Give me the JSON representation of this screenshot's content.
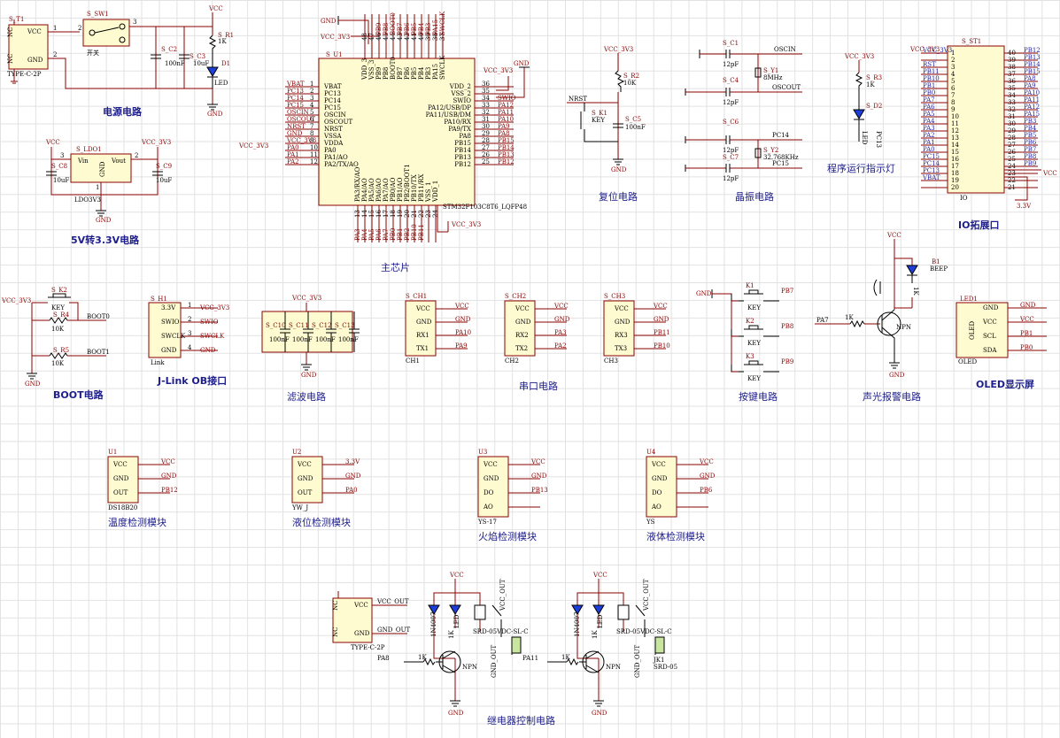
{
  "titles": {
    "power": "电源电路",
    "ldo": "5V转3.3V电路",
    "main": "主芯片",
    "reset": "复位电路",
    "crystal": "晶振电路",
    "led": "程序运行指示灯",
    "io": "IO拓展口",
    "boot": "BOOT电路",
    "jlink": "J-Link OB接口",
    "filter": "滤波电路",
    "uart": "串口电路",
    "keys": "按键电路",
    "alarm": "声光报警电路",
    "oled": "OLED显示屏",
    "temp": "温度检测模块",
    "level": "液位检测模块",
    "flame": "火焰检测模块",
    "liquid": "液体检测模块",
    "relay": "继电器控制电路"
  },
  "power": {
    "st1": "S_T1",
    "nc": "NC",
    "vcc": "VCC",
    "gnd": "GND",
    "nc2": "NC",
    "type": "TYPE-C-2P",
    "sw": "S_SW1",
    "sw_lbl": "开关",
    "c2": "S_C2",
    "c2v": "100nF",
    "c3": "S_C3",
    "c3v": "10uF",
    "r1": "S_R1",
    "r1v": "1K",
    "d1": "D1",
    "led": "LED",
    "vcc_top": "VCC",
    "gnd_bot": "GND",
    "p1": "1",
    "p2": "2",
    "p3": "3"
  },
  "ldo": {
    "vcc": "VCC",
    "vcc3": "VCC_3V3",
    "part": "S_LDO1",
    "vin": "Vin",
    "vout": "Vout",
    "gnd": "GND",
    "c8": "S_C8",
    "c8v": "10uF",
    "c9": "S_C9",
    "c9v": "10uF",
    "name": "LDO3V3",
    "gndl": "GND",
    "n3": "3",
    "n2": "2",
    "n1": "1"
  },
  "mcu": {
    "part": "S_U1",
    "name": "STM32F103C8T6_LQFP48",
    "gnd": "GND",
    "vcc3": "VCC_3V3",
    "vcc3b": "VCC_3V3",
    "vcc3c": "VCC_3V3",
    "gnd_right": "GND",
    "vcc3r": "VCC_3V3",
    "left_pins": [
      {
        "num": "1",
        "name": "VBAT",
        "net": "VBAT"
      },
      {
        "num": "2",
        "name": "PC13",
        "net": "PC13"
      },
      {
        "num": "3",
        "name": "PC14",
        "net": "PC14"
      },
      {
        "num": "4",
        "name": "PC15",
        "net": "PC15"
      },
      {
        "num": "5",
        "name": "OSCIN",
        "net": "OSCIN"
      },
      {
        "num": "6",
        "name": "OSCOUT",
        "net": "OSCOUT"
      },
      {
        "num": "7",
        "name": "NRST",
        "net": "NRST"
      },
      {
        "num": "8",
        "name": "VSSA",
        "net": "GND"
      },
      {
        "num": "9",
        "name": "VDDA",
        "net": "VCC_3V3"
      },
      {
        "num": "10",
        "name": "PA0",
        "net": "PA0"
      },
      {
        "num": "11",
        "name": "PA1/AO",
        "net": "PA1"
      },
      {
        "num": "12",
        "name": "PA2/TX/AO",
        "net": "PA2"
      }
    ],
    "right_pins": [
      {
        "num": "36",
        "name": "VDD_2",
        "net": ""
      },
      {
        "num": "35",
        "name": "VSS_2",
        "net": ""
      },
      {
        "num": "34",
        "name": "SWIO",
        "net": "SWIO"
      },
      {
        "num": "33",
        "name": "PA12/USB/DP",
        "net": "PA12"
      },
      {
        "num": "32",
        "name": "PA11/USB/DM",
        "net": "PA11"
      },
      {
        "num": "31",
        "name": "PA10/RX",
        "net": "PA10"
      },
      {
        "num": "30",
        "name": "PA9/TX",
        "net": "PA9"
      },
      {
        "num": "29",
        "name": "PA8",
        "net": "PA8"
      },
      {
        "num": "28",
        "name": "PB15",
        "net": "PB15"
      },
      {
        "num": "27",
        "name": "PB14",
        "net": "PB14"
      },
      {
        "num": "26",
        "name": "PB13",
        "net": "PB13"
      },
      {
        "num": "25",
        "name": "PB12",
        "net": "PB12"
      }
    ],
    "top_pins": [
      {
        "num": "48",
        "name": "VDD_3",
        "net": ""
      },
      {
        "num": "47",
        "name": "VSS_3",
        "net": ""
      },
      {
        "num": "46",
        "name": "PB9",
        "net": "PB9"
      },
      {
        "num": "45",
        "name": "PB8",
        "net": "PB8"
      },
      {
        "num": "44",
        "name": "BOOT0",
        "net": "BOOT0"
      },
      {
        "num": "43",
        "name": "PB7",
        "net": "PB7"
      },
      {
        "num": "42",
        "name": "PB6",
        "net": "PB6"
      },
      {
        "num": "41",
        "name": "PB5",
        "net": "PB5"
      },
      {
        "num": "40",
        "name": "PB4",
        "net": "PB4"
      },
      {
        "num": "39",
        "name": "PB3",
        "net": "PB3"
      },
      {
        "num": "38",
        "name": "PA15",
        "net": "PA15"
      },
      {
        "num": "37",
        "name": "SWCLK",
        "net": "SWCLK"
      }
    ],
    "bottom_pins": [
      {
        "num": "13",
        "name": "PA3/RX/AO",
        "net": "PA3"
      },
      {
        "num": "14",
        "name": "PA4/AO",
        "net": "PA4"
      },
      {
        "num": "15",
        "name": "PA5/AO",
        "net": "PA5"
      },
      {
        "num": "16",
        "name": "PA6/AO",
        "net": "PA6"
      },
      {
        "num": "17",
        "name": "PA7/AO",
        "net": "PA7"
      },
      {
        "num": "18",
        "name": "PB0/AO",
        "net": "PB0"
      },
      {
        "num": "19",
        "name": "PB1/AO",
        "net": "PB1"
      },
      {
        "num": "20",
        "name": "PB2/BOOT1",
        "net": "PB2"
      },
      {
        "num": "21",
        "name": "PB10/TX",
        "net": "PB10"
      },
      {
        "num": "22",
        "name": "PB11/RX",
        "net": "PB11"
      },
      {
        "num": "23",
        "name": "VSS_1",
        "net": ""
      },
      {
        "num": "24",
        "name": "VDD_1",
        "net": ""
      }
    ]
  },
  "reset": {
    "vcc": "VCC_3V3",
    "r2": "S_R2",
    "r2v": "10K",
    "nrst": "NRST",
    "k1": "S_K1",
    "key": "KEY",
    "c5": "S_C5",
    "c5v": "100nF",
    "gnd": "GND"
  },
  "crystal": {
    "c1": "S_C1",
    "c1v": "12pF",
    "c4": "S_C4",
    "c4v": "12pF",
    "y1": "S_Y1",
    "y1v": "8MHz",
    "oscin": "OSCIN",
    "oscout": "OSCOUT",
    "c6": "S_C6",
    "c6v": "12pF",
    "c7": "S_C7",
    "c7v": "12pF",
    "y2": "S_Y2",
    "y2v": "32.768KHz",
    "pc14": "PC14",
    "pc15": "PC15"
  },
  "runled": {
    "vcc": "VCC_3V3",
    "r3": "S_R3",
    "r3v": "1K",
    "d2": "S_D2",
    "led": "LED",
    "net": "PC13"
  },
  "io": {
    "part": "S_ST1",
    "vcc3": "VCC_3V3",
    "vcc": "VCC",
    "v5": "3.3V",
    "name": "IO",
    "left": [
      [
        "VCC_3V3",
        "1"
      ],
      [
        "",
        "2"
      ],
      [
        "RST",
        "3"
      ],
      [
        "PB11",
        "4"
      ],
      [
        "PB10",
        "5"
      ],
      [
        "PB1",
        "6"
      ],
      [
        "PB0",
        "7"
      ],
      [
        "PA7",
        "8"
      ],
      [
        "PA6",
        "9"
      ],
      [
        "PA5",
        "10"
      ],
      [
        "PA4",
        "11"
      ],
      [
        "PA3",
        "12"
      ],
      [
        "PA2",
        "13"
      ],
      [
        "PA1",
        "14"
      ],
      [
        "PA0",
        "15"
      ],
      [
        "PC15",
        "16"
      ],
      [
        "PC14",
        "17"
      ],
      [
        "PC13",
        "18"
      ],
      [
        "VBAT",
        "19"
      ],
      [
        "",
        "20"
      ]
    ],
    "right": [
      [
        "40",
        "PB12"
      ],
      [
        "39",
        "PB13"
      ],
      [
        "38",
        "PB14"
      ],
      [
        "37",
        "PB15"
      ],
      [
        "36",
        "PA8"
      ],
      [
        "35",
        "PA9"
      ],
      [
        "34",
        "PA10"
      ],
      [
        "33",
        "PA11"
      ],
      [
        "32",
        "PA12"
      ],
      [
        "31",
        "PA15"
      ],
      [
        "30",
        "PB3"
      ],
      [
        "29",
        "PB4"
      ],
      [
        "28",
        "PB5"
      ],
      [
        "27",
        "PB6"
      ],
      [
        "26",
        "PB7"
      ],
      [
        "25",
        "PB8"
      ],
      [
        "24",
        "PB9"
      ],
      [
        "23",
        ""
      ],
      [
        "22",
        ""
      ],
      [
        "21",
        ""
      ]
    ]
  },
  "boot": {
    "vcc3": "VCC_3V3",
    "k2": "S_K2",
    "key": "KEY",
    "r4": "S_R4",
    "r4v": "10K",
    "boot0": "BOOT0",
    "r5": "S_R5",
    "r5v": "10K",
    "boot1": "BOOT1",
    "gnd": "GND"
  },
  "jlink": {
    "part": "S_H1",
    "pins": [
      "3.3V",
      "SWIO",
      "SWCLK",
      "GND"
    ],
    "nums": [
      "1",
      "2",
      "3",
      "4"
    ],
    "nets": [
      "VCC_3V3",
      "SWIO",
      "SWCLK",
      "GND"
    ],
    "name": "Link"
  },
  "filter": {
    "vcc3": "VCC_3V3",
    "caps": [
      [
        "S_C10",
        "100nF"
      ],
      [
        "S_C11",
        "100nF"
      ],
      [
        "S_C12",
        "100nF"
      ],
      [
        "S_C13",
        "100nF"
      ]
    ],
    "gnd": "GND"
  },
  "uart": [
    {
      "part": "S_CH1",
      "name": "CH1",
      "pins": [
        "VCC",
        "GND",
        "RX1",
        "TX1"
      ],
      "nets": [
        "VCC",
        "GND",
        "PA10",
        "PA9"
      ]
    },
    {
      "part": "S_CH2",
      "name": "CH2",
      "pins": [
        "VCC",
        "GND",
        "RX2",
        "TX2"
      ],
      "nets": [
        "VCC",
        "GND",
        "PA3",
        "PA2"
      ]
    },
    {
      "part": "S_CH3",
      "name": "CH3",
      "pins": [
        "VCC",
        "GND",
        "RX3",
        "TX3"
      ],
      "nets": [
        "VCC",
        "GND",
        "PB11",
        "PB10"
      ]
    }
  ],
  "keys": {
    "gnd": "GND",
    "items": [
      [
        "K1",
        "KEY",
        "PB7"
      ],
      [
        "K2",
        "KEY",
        "PB8"
      ],
      [
        "K3",
        "KEY",
        "PB9"
      ]
    ]
  },
  "alarm": {
    "vcc": "VCC",
    "b1": "B1",
    "beep": "BEEP",
    "pa7": "PA7",
    "r": "1K",
    "npn": "NPN",
    "gnd": "GND"
  },
  "oled": {
    "part": "LED1",
    "pins": [
      "GND",
      "VCC",
      "SCL",
      "SDA"
    ],
    "nets": [
      "GND",
      "VCC",
      "PB1",
      "PB0"
    ],
    "label": "OLED",
    "name": "OLED"
  },
  "modules": [
    {
      "part": "U1",
      "pins": [
        "VCC",
        "GND",
        "OUT"
      ],
      "nets": [
        "VCC",
        "GND",
        "PB12"
      ],
      "name": "DS18B20"
    },
    {
      "part": "U2",
      "pins": [
        "VCC",
        "GND",
        "OUT"
      ],
      "nets": [
        "3.3V",
        "GND",
        "PA0"
      ],
      "name": "YW_J"
    },
    {
      "part": "U3",
      "pins": [
        "VCC",
        "GND",
        "DO",
        "AO"
      ],
      "nets": [
        "VCC",
        "GND",
        "PB13",
        ""
      ],
      "name": "YS-17"
    },
    {
      "part": "U4",
      "pins": [
        "VCC",
        "GND",
        "DO",
        "AO"
      ],
      "nets": [
        "VCC",
        "GND",
        "PB6",
        ""
      ],
      "name": "YS"
    }
  ],
  "relay": {
    "nc": "NC",
    "vcc": "VCC",
    "gnd": "GND",
    "nc2": "NC",
    "vcc_out": "VCC_OUT",
    "gnd_out": "GND_OUT",
    "type": "TYPE-C-2P",
    "vcc_top": "VCC",
    "diode": "1N4007",
    "led": "LED",
    "r": "1K",
    "coil": "SRD-05VDC-SL-C",
    "vcc_out_v": "VCC_OUT",
    "gnd_out_v": "GND_OUT",
    "jk": "JK1",
    "srd": "SRD-05",
    "pa11": "PA11",
    "pa8": "PA8",
    "npn": "NPN"
  }
}
